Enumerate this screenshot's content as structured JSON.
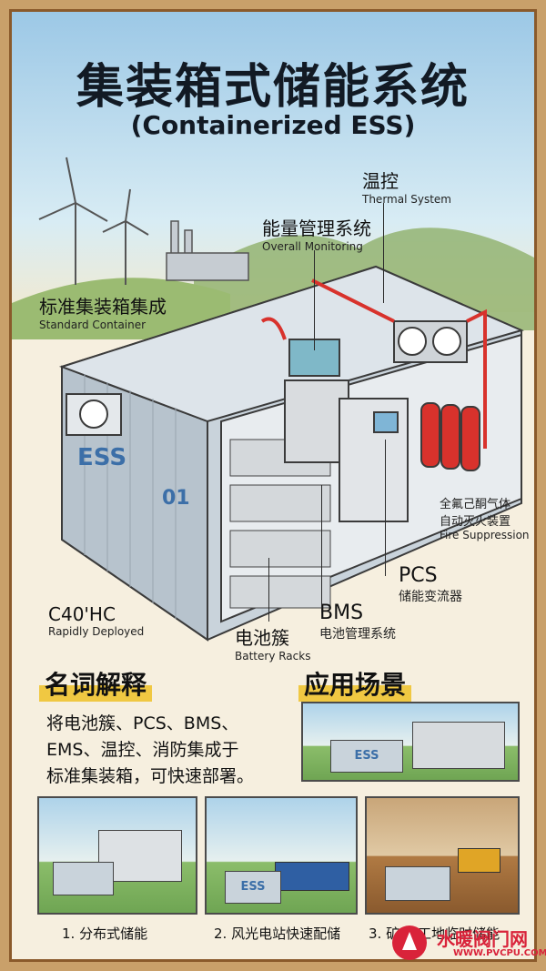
{
  "title": "集装箱式储能系统",
  "subtitle": "(Containerized ESS)",
  "callouts": {
    "thermal": {
      "cn": "温控",
      "en": "Thermal System"
    },
    "ems": {
      "cn": "能量管理系统",
      "en": "Overall Monitoring"
    },
    "container": {
      "cn": "标准集装箱集成",
      "en": "Standard Container"
    },
    "fire": {
      "cn1": "全氟己酮气体",
      "cn2": "自动灭火装置",
      "en": "Fire Suppression"
    },
    "pcs": {
      "en": "PCS",
      "cn": "储能变流器"
    },
    "bms": {
      "en": "BMS",
      "cn": "电池管理系统"
    },
    "rack": {
      "cn": "电池簇",
      "en": "Battery Racks"
    },
    "c40": {
      "en": "C40'HC",
      "sub": "Rapidly Deployed"
    }
  },
  "container_markings": {
    "ess": "ESS",
    "number": "01"
  },
  "glossary": {
    "heading": "名词解释",
    "lines": [
      "将电池簇、PCS、BMS、",
      "EMS、温控、消防集成于",
      "标准集装箱，可快速部署。"
    ]
  },
  "applications": {
    "heading": "应用场景",
    "scenes": [
      {
        "caption": "1. 分布式储能"
      },
      {
        "caption": "2. 风光电站快速配储"
      },
      {
        "caption": "3. 矿区/工地临时储能"
      }
    ],
    "box_label": "ESS"
  },
  "watermark": {
    "text": "水暖阀门网",
    "url": "WWW.PVCPU.COM"
  },
  "colors": {
    "frame": "#8a5a2b",
    "highlight": "#f0c842",
    "container": "#c9d3db",
    "pipe": "#d8322c"
  }
}
